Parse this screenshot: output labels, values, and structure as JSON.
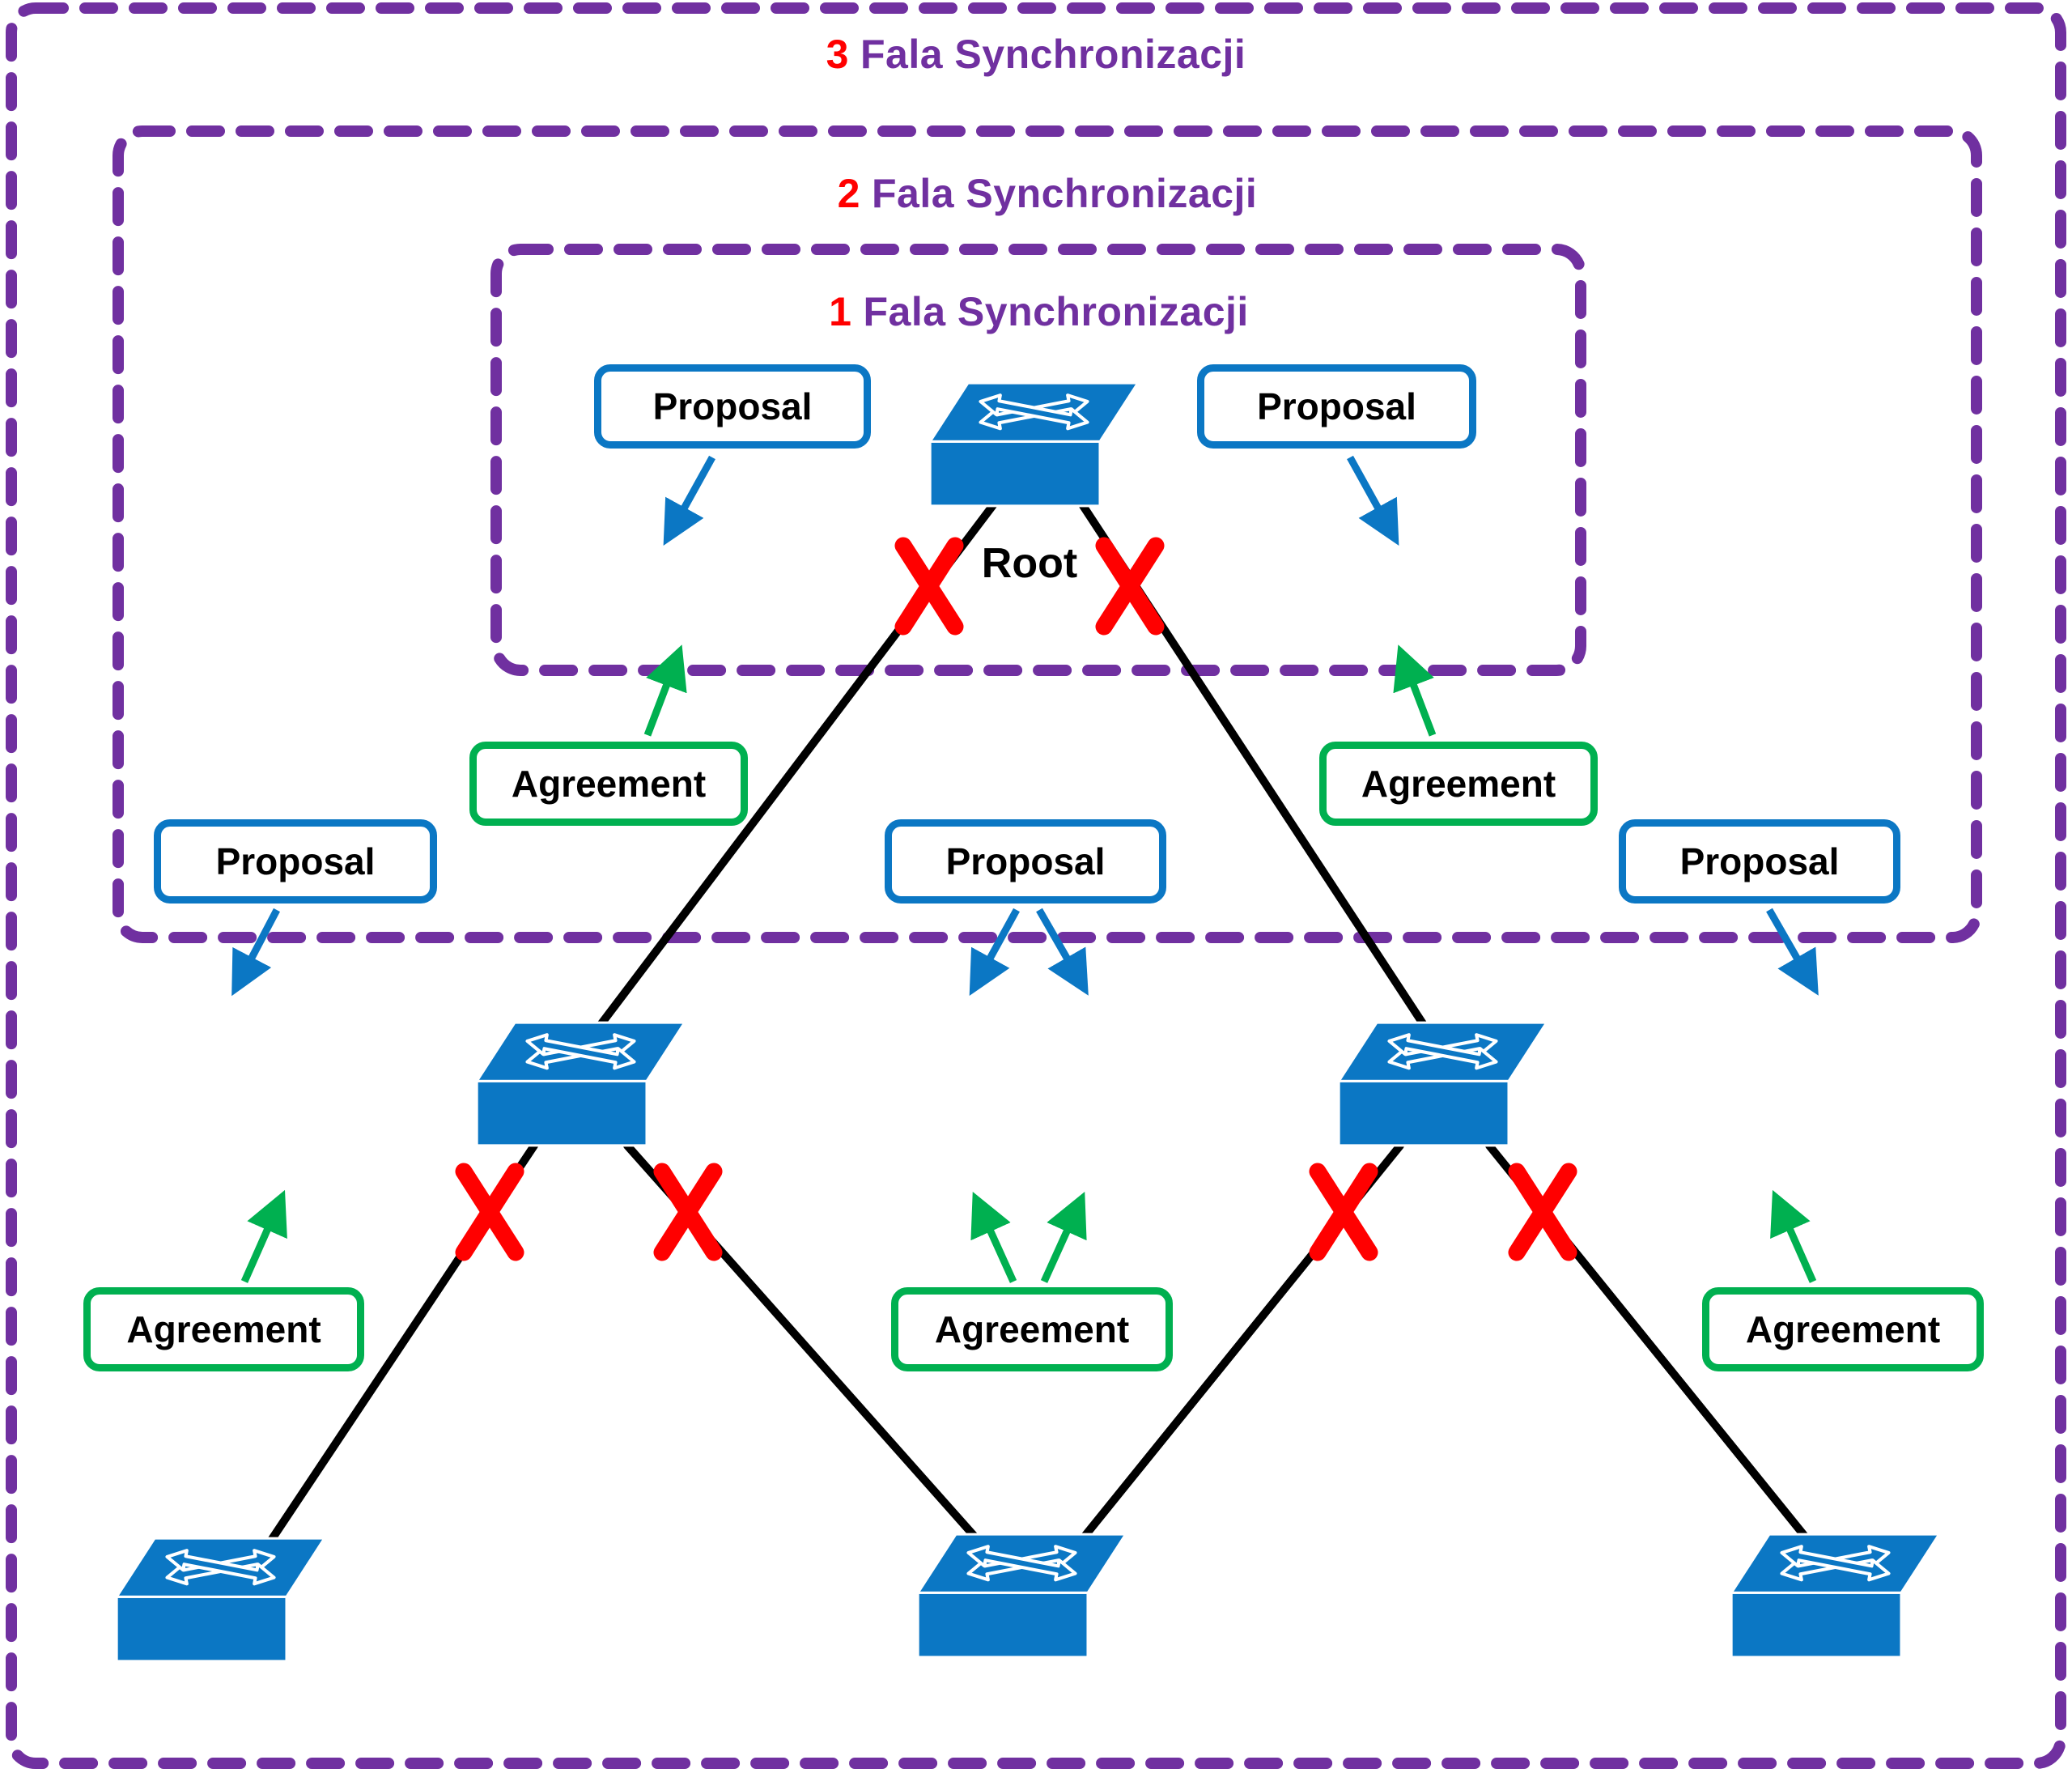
{
  "title_waves": [
    {
      "number": "1",
      "label": "Fala Synchronizacji"
    },
    {
      "number": "2",
      "label": "Fala Synchronizacji"
    },
    {
      "number": "3",
      "label": "Fala Synchronizacji"
    }
  ],
  "nodes": {
    "root_label": "Root",
    "switch_count": 6
  },
  "message_boxes": {
    "proposals": [
      {
        "label": "Proposal"
      },
      {
        "label": "Proposal"
      },
      {
        "label": "Proposal"
      },
      {
        "label": "Proposal"
      },
      {
        "label": "Proposal"
      }
    ],
    "agreements": [
      {
        "label": "Agreement"
      },
      {
        "label": "Agreement"
      },
      {
        "label": "Agreement"
      },
      {
        "label": "Agreement"
      },
      {
        "label": "Agreement"
      }
    ]
  },
  "icons": {
    "switch": "network-switch-icon",
    "blocked_port": "blocked-port-x-icon",
    "proposal_arrow": "proposal-arrow-icon",
    "agreement_arrow": "agreement-arrow-icon"
  },
  "colors": {
    "wave_border_purple": "#7030A0",
    "proposal_blue": "#0B77C4",
    "switch_blue": "#0B77C4",
    "agreement_green": "#00B050",
    "blocked_red": "#FF0000",
    "link_black": "#000000",
    "text_black": "#000000",
    "page_bg": "#FFFFFF"
  }
}
